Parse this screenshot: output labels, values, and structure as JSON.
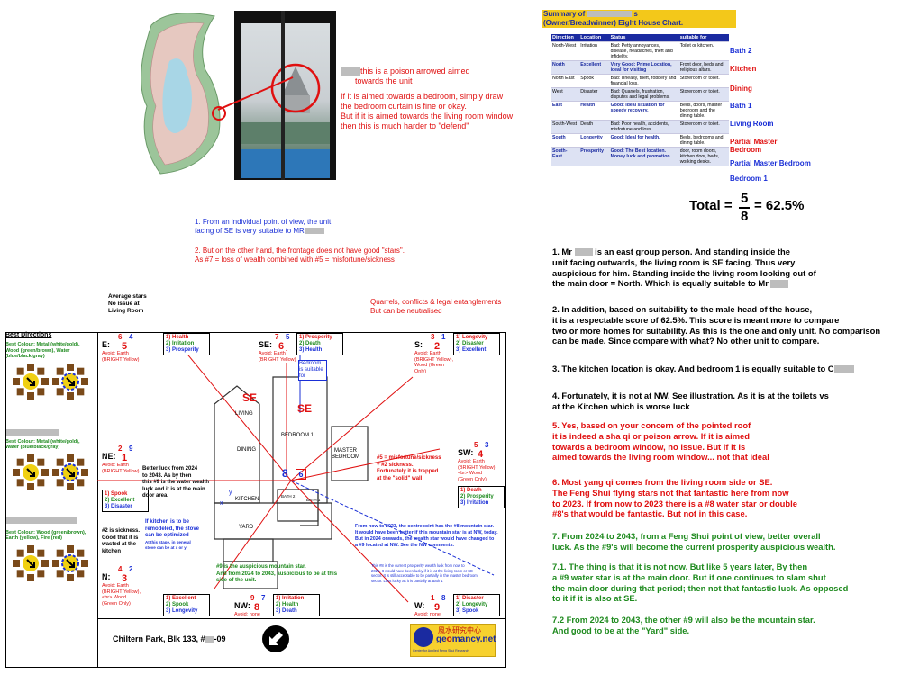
{
  "top_annotation": {
    "line1": "this is a poison arrowed aimed",
    "line2": "towards the unit",
    "line3": "If it is aimed towards a bedroom, simply draw",
    "line4": "the bedroom curtain is fine or okay.",
    "line5": "But if it is aimed towards the living room window",
    "line6": "then this is much harder to \"defend\""
  },
  "summary": {
    "title1": "Summary of",
    "title1b": "'s",
    "title2": "(Owner/Breadwinner) Eight House Chart.",
    "headers": [
      "Direction",
      "Location",
      "Status",
      "suitable for"
    ],
    "rows": [
      {
        "dir": "North-West",
        "loc": "Irritation",
        "status": "Bad: Petty annoyances, disease, headaches, theft and infidelity.",
        "suit": "Toilet or kitchen.",
        "side": "Bath 2",
        "good": false
      },
      {
        "dir": "North",
        "loc": "Excellent",
        "status": "Very Good: Prime Location, ideal for visiting",
        "suit": "Front door, beds and religious altars.",
        "side": "Kitchen",
        "good": true
      },
      {
        "dir": "North East",
        "loc": "Spook",
        "status": "Bad: Uneasy, theft, robbery and financial loss.",
        "suit": "Storeroom or toilet.",
        "side": "Dining",
        "good": false
      },
      {
        "dir": "West",
        "loc": "Disaster",
        "status": "Bad: Quarrels, frustration, disputes and legal problems.",
        "suit": "Storeroom or toilet.",
        "side": "Bath 1",
        "good": false
      },
      {
        "dir": "East",
        "loc": "Health",
        "status": "Good: Ideal situation for speedy recovery.",
        "suit": "Beds, doors, master bedroom and the dining table.",
        "side": "Living Room",
        "good": true
      },
      {
        "dir": "South-West",
        "loc": "Death",
        "status": "Bad: Poor health, accidents, misfortune and loss.",
        "suit": "Storeroom or toilet.",
        "side": "Partial Master Bedroom",
        "good": false
      },
      {
        "dir": "South",
        "loc": "Longevity",
        "status": "Good: Ideal for health.",
        "suit": "Beds, bedrooms and dining table.",
        "side": "Partial Master Bedroom",
        "good": true
      },
      {
        "dir": "South-East",
        "loc": "Prosperity",
        "status": "Good: The Best location. Money luck and promotion.",
        "suit": "door, room doors, kitchen door, beds, working desks.",
        "side": "Bedroom 1",
        "good": true
      }
    ],
    "total_label": "Total =",
    "total_num": "5",
    "total_den": "8",
    "total_result": "= 62.5%"
  },
  "center_notes": {
    "n1a": "1. From an individual point of view, the unit",
    "n1b": "facing of SE is very suitable to MR",
    "n2a": "2. But on the other hand, the frontage does not have good \"stars\".",
    "n2b": "As #7 = loss of wealth combined with #5 = misfortune/sickness",
    "quarrels1": "Quarrels, conflicts & legal entanglements",
    "quarrels2": "But can be neutralised",
    "avg1": "Average stars",
    "avg2": "No issue at",
    "avg3": "Living Room"
  },
  "best_directions": {
    "title": "Best Directions",
    "p1a": "Best Colour: Metal (white/gold),",
    "p1b": "Wood (green/brown), Water",
    "p1c": "(blue/black/gray)",
    "p2a": "Best Colour: Metal (white/gold),",
    "p2b": "Water (blue/black/gray)",
    "p3a": "Best Colour: Wood (green/brown),",
    "p3b": "Earth (yellow), Fire (red)"
  },
  "plan": {
    "E": {
      "label": "E:",
      "s1": "6",
      "s2": "4",
      "s3": "5",
      "l1": "1) Health",
      "l2": "2) Irritation",
      "l3": "3) Prosperity",
      "avoid": "Avoid: Earth (BRIGHT Yellow)"
    },
    "SE": {
      "label": "SE:",
      "s1": "7",
      "s2": "5",
      "s3": "6",
      "l1": "1) Prosperity",
      "l2": "2) Death",
      "l3": "3) Health",
      "avoid": "Avoid: Earth (BRIGHT Yellow)",
      "bed": "Bedroom is suitable for"
    },
    "S": {
      "label": "S:",
      "s1": "3",
      "s2": "1",
      "s3": "2",
      "l1": "1) Longevity",
      "l2": "2) Disaster",
      "l3": "3) Excellent",
      "avoid": "Avoid: Earth (BRIGHT Yellow), Wood (Green Only)"
    },
    "NE": {
      "label": "NE:",
      "s1": "2",
      "s2": "9",
      "s3": "1",
      "l1": "1) Spook",
      "l2": "2) Excellent",
      "l3": "3) Disaster",
      "avoid": "Avoid: Earth (BRIGHT Yellow)"
    },
    "SW": {
      "label": "SW:",
      "s1": "5",
      "s2": "3",
      "s3": "4",
      "l1": "1) Death",
      "l2": "2) Prosperity",
      "l3": "3) Irritation",
      "avoid": "Avoid: Earth (BRIGHT Yellow),<br> Wood (Green Only)"
    },
    "N": {
      "label": "N:",
      "s1": "4",
      "s2": "2",
      "s3": "3",
      "l1": "1) Excellent",
      "l2": "2) Spook",
      "l3": "3) Longevity",
      "avoid": "Avoid: Earth (BRIGHT Yellow),<br> Wood (Green Only)"
    },
    "NW": {
      "label": "NW:",
      "s1": "9",
      "s2": "7",
      "s3": "8",
      "l1": "1) Irritation",
      "l2": "2) Health",
      "l3": "3) Death",
      "avoid": "Avoid: none"
    },
    "W": {
      "label": "W:",
      "s1": "1",
      "s2": "8",
      "s3": "9",
      "l1": "1) Disaster",
      "l2": "2) Longevity",
      "l3": "3) Spook",
      "avoid": "Avoid: none"
    },
    "center": {
      "s1": "8",
      "s2": "6"
    },
    "rooms": {
      "living": "LIVING",
      "bedroom1": "BEDROOM 1",
      "master1": "MASTER",
      "master2": "BEDROOM",
      "dining": "DINING",
      "kitchen": "KITCHEN",
      "yard": "YARD",
      "bath1": "BATH 1",
      "bath2": "BATH 2",
      "se1": "SE",
      "se2": "SE"
    },
    "ne_note1": "Better luck from 2024",
    "ne_note2": "to 2043. As by then",
    "ne_note3": "this #9 is the water wealth",
    "ne_note4": "luck and it is at the main",
    "ne_note5": "door area.",
    "kitchen_note1": "If kitchen is to be",
    "kitchen_note2": "remodeled, the stove",
    "kitchen_note3": "can be optimized",
    "kitchen_note4": "At this stage, in general",
    "kitchen_note5": "stove can be at x or y",
    "sick1": "#2 is sickness.",
    "sick2": "Good that it is",
    "sick3": "wasted at the",
    "sick4": "kitchen",
    "sw_note1": "#5 = misfortune/sickness",
    "sw_note2": "+ #2 sickness.",
    "sw_note3": "Fortunately it is trapped",
    "sw_note4": "at the \"solid\" wall",
    "mountain1": "#9 is the auspicious mountain star.",
    "mountain2": "And from 2024 to 2043, auspicious to be at this",
    "mountain3": "side of the unit.",
    "period1": "From now to 2023, the centrepoint has the #8 mountain star.",
    "period2": "It would have been better if this mountain star is at NW, today.",
    "period3": "But in 2024 onwards, the wealth star would have changed to",
    "period4": "a #9 located at NW. See the NW comments.",
    "prosperity1": "This #8 is the current prosperity wealth luck from now to",
    "prosperity2": "2023. It would have been lucky if it is at the living room or SE",
    "prosperity3": "sector. It is still acceptable to be partially in the master bedroom",
    "prosperity4": "sector. Less lucky as it is partially at Bath 1",
    "x": "x",
    "y": "y"
  },
  "footer": {
    "address": "Chiltern Park, Blk 133, #",
    "address2": "-09",
    "logo_cn": "風水研究中心",
    "logo_en1": "ge",
    "logo_en2": "mancy.net",
    "logo_sub": "Center for Applied Feng Shui Research"
  },
  "right_notes": {
    "p1a": "1. Mr",
    "p1b": "is an east group person. And standing inside the",
    "p1c": "unit facing outwards, the living room is SE facing. Thus very",
    "p1d": "auspicious for him. Standing inside the living room looking out of",
    "p1e": "the main door = North. Which is equally suitable to Mr",
    "p2a": "2. In addition, based on suitability to the male head of the house,",
    "p2b": "it is a respectable score of 62.5%.  This score is meant more to compare",
    "p2c": "two or more homes for suitability. As this is the one and only unit. No comparison",
    "p2d": "can be made. Since compare with what? No other unit to compare.",
    "p3": "3. The kitchen location is okay. And bedroom 1 is equally suitable to C",
    "p4a": "4. Fortunately, it is not at NW. See illustration. As it is at the toilets vs",
    "p4b": "at the Kitchen which is worse luck",
    "p5a": "5. Yes, based on your concern of the pointed roof",
    "p5b": "it is indeed a sha qi or poison arrow. If it is aimed",
    "p5c": "towards a bedroom window, no issue. But if it is",
    "p5d": "aimed towards the living room window... not that ideal",
    "p6a": "6. Most yang qi comes from the living room side or SE.",
    "p6b": "The Feng Shui flying stars not that fantastic here from now",
    "p6c": "to 2023. If from now to 2023 there is a #8 water star or double",
    "p6d": "#8's that would be fantastic. But not in this case.",
    "p7a": "7. From 2024 to 2043, from a Feng Shui point of view, better overall",
    "p7b": "luck. As the #9's will become the current prosperity auspicious wealth.",
    "p71a": "7.1. The thing is that it is not now. But like 5 years later, By then",
    "p71b": "a #9 water star is at the main door. But if one continues to slam shut",
    "p71c": "the main door during that period; then not that fantastic luck. As opposed",
    "p71d": "to it if it is also at SE.",
    "p72a": "7.2 From 2024 to 2043, the other #9 will also be the mountain star.",
    "p72b": "And good to be at the \"Yard\" side."
  }
}
